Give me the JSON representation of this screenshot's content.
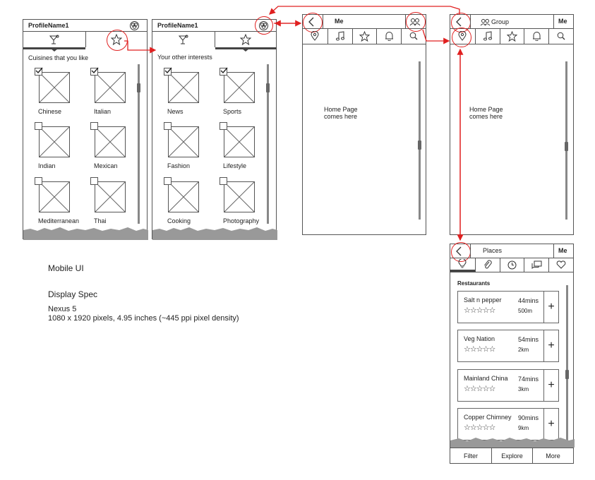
{
  "screen1": {
    "profile_name": "ProfileName1",
    "section_title": "Cuisines that you like",
    "items": [
      {
        "label": "Chinese",
        "checked": true
      },
      {
        "label": "Italian",
        "checked": true
      },
      {
        "label": "Indian",
        "checked": false
      },
      {
        "label": "Mexican",
        "checked": false
      },
      {
        "label": "Mediterranean",
        "checked": false
      },
      {
        "label": "Thai",
        "checked": false
      }
    ]
  },
  "screen2": {
    "profile_name": "ProfileName1",
    "section_title": "Your other interests",
    "items": [
      {
        "label": "News",
        "checked": true
      },
      {
        "label": "Sports",
        "checked": true
      },
      {
        "label": "Fashion",
        "checked": false
      },
      {
        "label": "Lifestyle",
        "checked": false
      },
      {
        "label": "Cooking",
        "checked": false
      },
      {
        "label": "Photography",
        "checked": false
      }
    ]
  },
  "screen3": {
    "title": "Me",
    "body_line1": "Home Page",
    "body_line2": "comes here",
    "tab_icons": [
      "location-pin-icon",
      "music-note-icon",
      "star-icon",
      "bell-icon",
      "search-icon"
    ]
  },
  "screen4": {
    "title": "Group",
    "me_label": "Me",
    "body_line1": "Home Page",
    "body_line2": "comes here",
    "tab_icons": [
      "location-pin-icon",
      "music-note-icon",
      "star-icon",
      "bell-icon",
      "search-icon"
    ]
  },
  "screen5": {
    "title": "Places",
    "me_label": "Me",
    "section_title": "Restaurants",
    "tab_icons": [
      "lightbulb-icon",
      "paperclip-icon",
      "clock-icon",
      "chat-icon",
      "heart-icon"
    ],
    "restaurants": [
      {
        "name": "Salt n pepper",
        "time": "44mins",
        "distance": "500m",
        "stars": "☆☆☆☆☆",
        "add": "+"
      },
      {
        "name": "Veg Nation",
        "time": "54mins",
        "distance": "2km",
        "stars": "☆☆☆☆☆",
        "add": "+"
      },
      {
        "name": "Mainland China",
        "time": "74mins",
        "distance": "3km",
        "stars": "☆☆☆☆☆",
        "add": "+"
      },
      {
        "name": "Copper Chimney",
        "time": "90mins",
        "distance": "9km",
        "stars": "☆☆☆☆☆",
        "add": "+"
      }
    ],
    "bottom": [
      "Filter",
      "Explore",
      "More"
    ]
  },
  "notes": {
    "line1": "Mobile UI",
    "line2": "Display Spec",
    "line3": "Nexus 5",
    "line4": "1080 x 1920 pixels, 4.95 inches (~445 ppi pixel density)"
  },
  "accent_color": "#e02020"
}
